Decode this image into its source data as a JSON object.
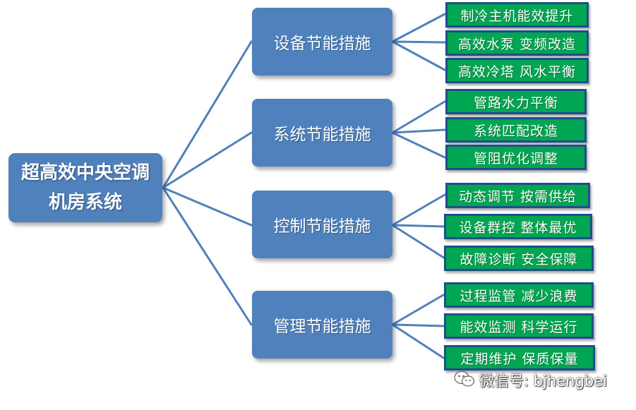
{
  "root": {
    "line1": "超高效中央空调",
    "line2": "机房系统"
  },
  "categories": [
    {
      "label": "设备节能措施",
      "items": [
        "制冷主机能效提升",
        "高效水泵 变频改造",
        "高效冷塔 风水平衡"
      ]
    },
    {
      "label": "系统节能措施",
      "items": [
        "管路水力平衡",
        "系统匹配改造",
        "管阻优化调整"
      ]
    },
    {
      "label": "控制节能措施",
      "items": [
        "动态调节 按需供给",
        "设备群控 整体最优",
        "故障诊断 安全保障"
      ]
    },
    {
      "label": "管理节能措施",
      "items": [
        "过程监管 减少浪费",
        "能效监测 科学运行",
        "定期维护 保质保量"
      ]
    }
  ],
  "watermark": {
    "text": "微信号: bjhengbei",
    "icon": "wechat-icon"
  },
  "colors": {
    "box_blue": "#4f81bd",
    "leaf_green": "#00a651",
    "leaf_border": "#1f4e8c",
    "line_blue": "#4f81bd"
  }
}
